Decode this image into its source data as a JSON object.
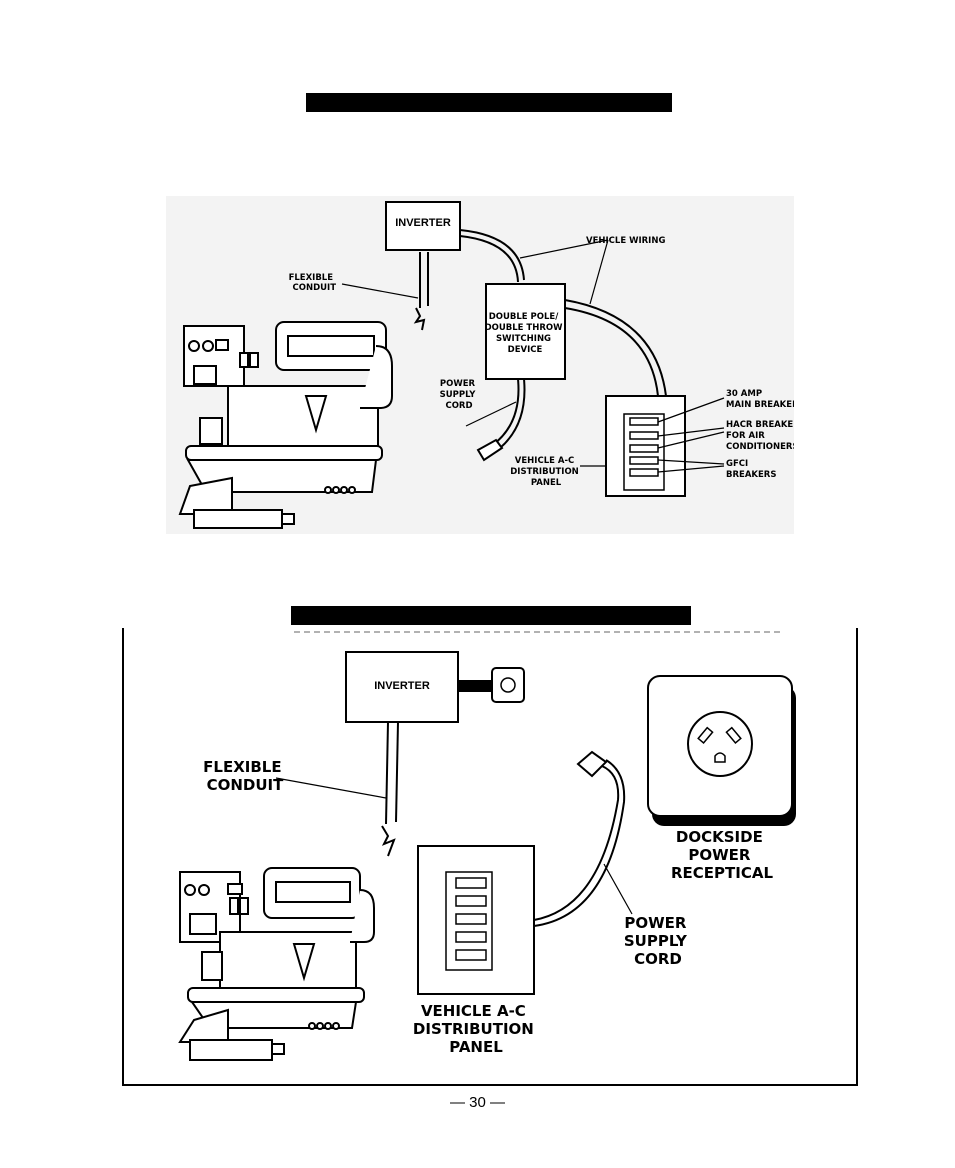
{
  "diagram1": {
    "inverter": "INVERTER",
    "vehicle_wiring": "VEHICLE WIRING",
    "flexible_conduit": [
      "FLEXIBLE",
      "CONDUIT"
    ],
    "switching_device": [
      "DOUBLE POLE/",
      "DOUBLE THROW",
      "SWITCHING",
      "DEVICE"
    ],
    "power_supply_cord": [
      "POWER",
      "SUPPLY",
      "CORD"
    ],
    "distribution_panel": [
      "VEHICLE A-C",
      "DISTRIBUTION",
      "PANEL"
    ],
    "main_breaker": [
      "30 AMP",
      "MAIN BREAKER"
    ],
    "hacr_breakers": [
      "HACR BREAKERS",
      "FOR AIR",
      "CONDITIONERS"
    ],
    "gfci_breakers": [
      "GFCI",
      "BREAKERS"
    ]
  },
  "diagram2": {
    "inverter": "INVERTER",
    "flexible_conduit": [
      "FLEXIBLE",
      "CONDUIT"
    ],
    "dockside_receptacle": [
      "DOCKSIDE",
      "POWER",
      "RECEPTICAL"
    ],
    "power_supply_cord": [
      "POWER",
      "SUPPLY",
      "CORD"
    ],
    "distribution_panel": [
      "VEHICLE A-C",
      "DISTRIBUTION",
      "PANEL"
    ]
  },
  "page_number": "— 30 —"
}
